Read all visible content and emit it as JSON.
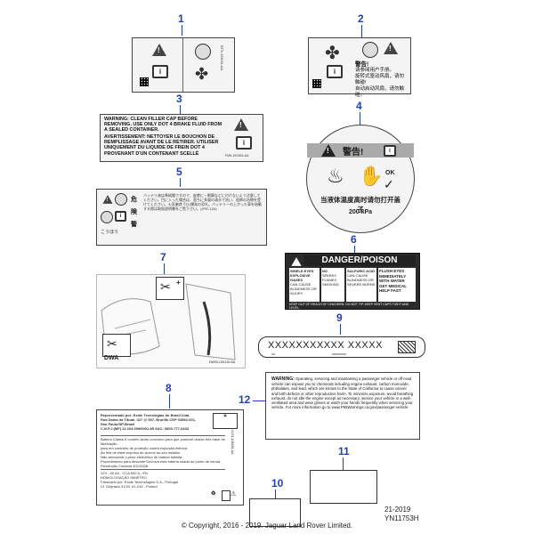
{
  "callouts": [
    "1",
    "2",
    "3",
    "4",
    "5",
    "6",
    "7",
    "8",
    "9",
    "10",
    "11",
    "12"
  ],
  "label1": {
    "side_code": "BTX-19XXX-AA"
  },
  "label2": {
    "lines": [
      "警告!",
      "请参阅用户手册。",
      "旋转式驱动风扇，请勿触碰!",
      "自动启动风扇，请勿触碰。"
    ]
  },
  "label3": {
    "en": "WARNING: CLEAN FILLER CAP BEFORE REMOVING. USE ONLY DOT 4 BRAKE FLUID FROM A SEALED CONTAINER.",
    "fr": "AVERTISSEMENT: NETTOYER LE BOUCHON DE REMPLISSAGE AVANT DE LE RETIRER. UTILISER UNIQUEMENT DU LIQUIDE DE FREIN DOT 4 PROVENANT D'UN CONTENANT SCELLÉ",
    "side_code": "FM5-19G524-AA"
  },
  "label4": {
    "warning": "警告!",
    "text": "当液体温度高时请勿打开盖子",
    "pressure": "200 kPa",
    "ok": "OK"
  },
  "label5": {
    "side": [
      "こうほう",
      "危",
      "険",
      "警"
    ],
    "jp": "バッテリ液は希硫酸ですので、皮膚に・眼鏡などに付けないよう注意してください。目に入った場合は、直ちに多量の清水で洗い、医師の治療を受けてください。火気厳禁 引火爆発の恐れ。バッテリーの上がった車を始動する際は取扱説明書をご覧下さい。(JPR-12A)"
  },
  "label6": {
    "title": "DANGER/POISON",
    "left": [
      "SHIELD EYES",
      "EXPLOSIVE GASES",
      "CAN CAUSE BLINDNESS OR INJURY"
    ],
    "mid": [
      "NO",
      "SPARKS",
      "FLAMES",
      "SMOKING"
    ],
    "mid2": [
      "SULFURIC ACID",
      "CAN CAUSE BLINDNESS OR SEVERE BURNS"
    ],
    "right": [
      "FLUSH EYES IMMEDIATELY WITH WATER",
      "GET MEDICAL HELP FAST"
    ],
    "footer": "KEEP OUT OF REACH OF CHILDREN. DO NOT TIP. KEEP VENT CAPS TIGHT AND LEVEL."
  },
  "label7": {
    "dwa": "DWA",
    "code": "DW93-19G129-AA"
  },
  "label8": {
    "header": [
      "Representado por: Exide Tecnologias do Brasil Ltda.",
      "Rua Dama da Tituah, 427 @ 507, Bronfik CEP 04592-001,",
      "Sao Paulo/SP-Brasil",
      "C.N.P.J.(MF) 12.104.699/0001-85 SAC: 0800-777-0433"
    ],
    "body": [
      "Bateria Classe 8 contém ácido corrosivo para que possível classe três base de fabricação",
      "para em contrário de proteção contra explosão elétrica.",
      "Ao leia de estar exposto de acordo ao seu instalar.",
      "Não armazene o peso eletrolítico de bateria tratada.",
      "Procedimento para descarte Devolva esta bateria usada ao ponto de venda.",
      "Resolução Conama 401/2008."
    ],
    "spec": [
      "12V - 60 Ah - CCA 600 A - EN",
      "HOMOLOGAÇÃO INMETRO",
      "Fabricado por: Exide Technologies S.A., Portugal",
      "Ul. Gdynska 31/33, 61-016 - Poland"
    ],
    "side_code": "GJ73-10A651-AA"
  },
  "label9": {
    "code": "XXXXXXXXXXX XXXXX",
    "sub_left": "xx",
    "sub_right": "xxxxxxxx"
  },
  "label12": {
    "lead": "WARNING:",
    "text": "Operating, servicing and maintaining a passenger vehicle or off-road vehicle can expose you to chemicals including engine exhaust, carbon monoxide, phthalates, and lead, which are known to the State of California to cause cancer and birth defects or other reproductive harm. To minimize exposure, avoid breathing exhaust, do not idle the engine except as necessary, service your vehicle in a well-ventilated area and wear gloves or wash your hands frequently when servicing your vehicle. For more information go to www.P65Warnings.ca.gov/passenger-vehicle."
  },
  "drawing_ref": [
    "21-2019",
    "YN11753H"
  ],
  "copyright": "© Copyright, 2016 - 2019. Jaguar Land Rover Limited."
}
